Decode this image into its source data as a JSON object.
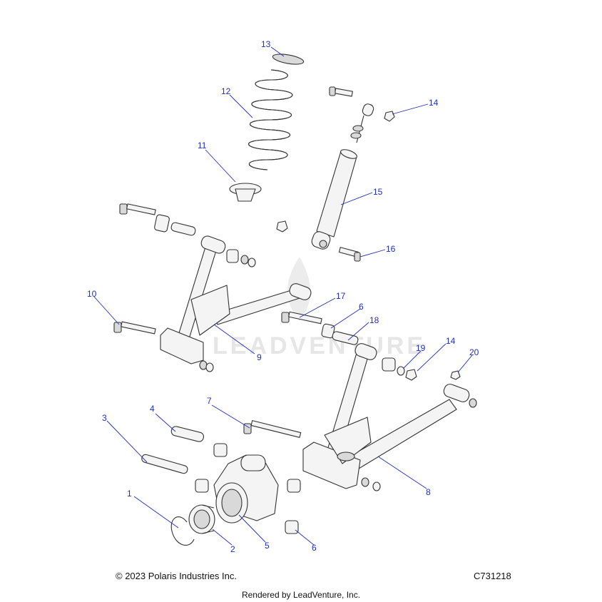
{
  "diagram": {
    "watermark": "LEADVENTURE",
    "callouts": {
      "c1": "1",
      "c2": "2",
      "c3": "3",
      "c4": "4",
      "c5": "5",
      "c6a": "6",
      "c6b": "6",
      "c7": "7",
      "c8": "8",
      "c9": "9",
      "c10": "10",
      "c11": "11",
      "c12": "12",
      "c13": "13",
      "c14a": "14",
      "c14b": "14",
      "c15": "15",
      "c16": "16",
      "c17": "17",
      "c18": "18",
      "c19": "19",
      "c20": "20"
    }
  },
  "footer": {
    "copyright": "© 2023 Polaris Industries Inc.",
    "diagram_id": "C731218",
    "rendered_by": "Rendered by LeadVenture, Inc."
  }
}
